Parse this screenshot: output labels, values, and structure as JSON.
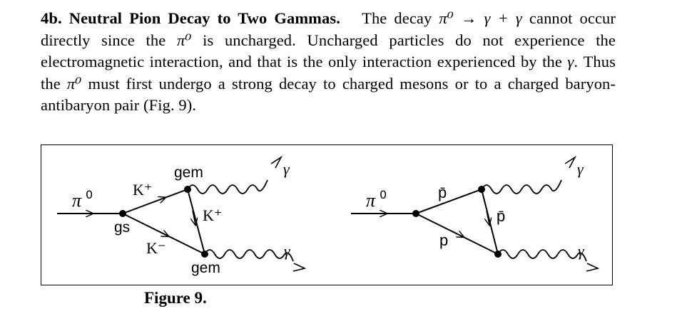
{
  "paragraph": {
    "heading": "4b. Neutral Pion Decay to Two Gammas.",
    "sentence1_pre": "The decay ",
    "decay_expr": "π⁰ → γ + γ",
    "sentence1_post": " cannot occur directly since the ",
    "pi0": "π⁰",
    "sentence2": " is uncharged. Uncharged particles do not experience the electromagnetic interaction, and that is the only interaction experienced by the ",
    "gamma": "γ",
    "sentence3_pre": ". Thus the ",
    "pi0_b": "π⁰",
    "sentence3_post": " must first undergo a strong decay to charged mesons or to a charged baryon-antibaryon pair (Fig. 9)."
  },
  "figure": {
    "left": {
      "incoming": "π",
      "incoming_sup": "0",
      "vertex_strong": "gs",
      "upper_line": "K⁺",
      "lower_line": "K⁻",
      "right_line": "K⁺",
      "coupling_top": "gem",
      "coupling_bottom": "gem",
      "gamma_top": "γ",
      "gamma_bottom": "γ"
    },
    "right": {
      "incoming": "π",
      "incoming_sup": "0",
      "upper_line": "p̄",
      "lower_line": "p",
      "right_line": "p̄",
      "gamma_top": "γ",
      "gamma_bottom": "γ"
    },
    "caption": "Figure 9."
  }
}
